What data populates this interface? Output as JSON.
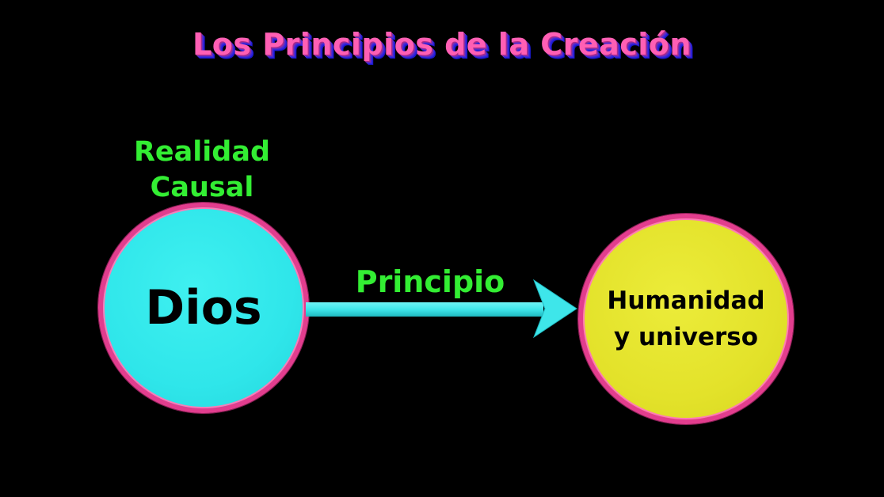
{
  "title": "Los Principios de la Creación",
  "labels": {
    "causal_line1": "Realidad",
    "causal_line2": "Causal",
    "arrow_label": "Principio"
  },
  "nodes": {
    "source": "Dios",
    "target_line1": "Humanidad",
    "target_line2": "y universo"
  },
  "colors": {
    "background": "#000000",
    "title": "#ff5fb4",
    "label_green": "#33ee33",
    "source_fill": "#2fe6ea",
    "target_fill": "#e3e22a",
    "circle_border": "#e23d8e",
    "arrow": "#3ee6ea"
  }
}
